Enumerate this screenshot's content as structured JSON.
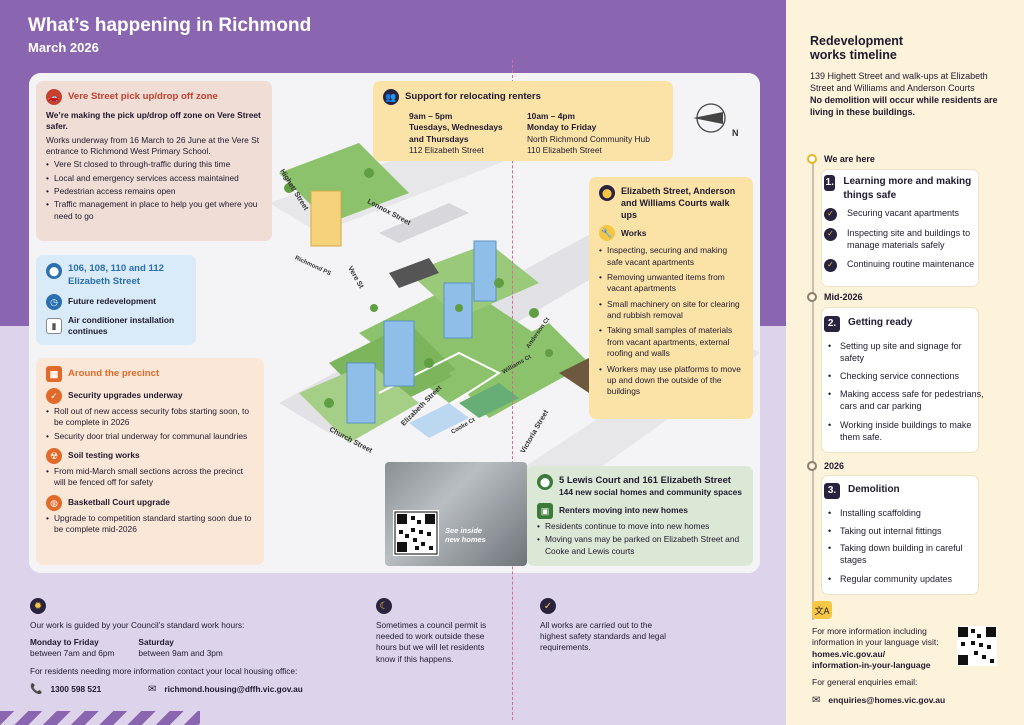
{
  "header": {
    "title": "What’s happening in Richmond",
    "subtitle": "March 2026"
  },
  "vere": {
    "title": "Vere Street pick up/drop off zone",
    "lead": "We’re making the pick up/drop off zone on Vere Street safer.",
    "body": "Works underway from 16 March to 26 June at the Vere St entrance to Richmond West Primary School.",
    "items": [
      "Vere St closed to through-traffic during this time",
      "Local and emergency services access maintained",
      "Pedestrian access remains open",
      "Traffic management in place to help you get where you need to go"
    ]
  },
  "support": {
    "title": "Support for relocating renters",
    "col1": {
      "time": "9am – 5pm",
      "days": "Tuesdays, Wednesdays and Thursdays",
      "place": "112 Elizabeth Street"
    },
    "col2": {
      "time": "10am – 4pm",
      "days": "Monday to Friday",
      "place": "North Richmond Community Hub",
      "address": "110 Elizabeth Street"
    }
  },
  "elizabeth": {
    "title": "Elizabeth Street, Anderson and Williams Courts walk ups",
    "works_label": "Works",
    "items": [
      "Inspecting, securing and making safe vacant apartments",
      "Removing unwanted items from vacant apartments",
      "Small machinery on site for clearing and rubbish removal",
      "Taking small samples of materials from vacant apartments, external roofing and walls",
      "Workers may use platforms to move up and down the outside of the buildings"
    ]
  },
  "e106": {
    "title": "106, 108, 110 and 112 Elizabeth Street",
    "line1": "Future redevelopment",
    "line2": "Air conditioner installation continues"
  },
  "precinct": {
    "title": "Around the precinct",
    "s1_title": "Security upgrades underway",
    "s1_items": [
      "Roll out of new access security fobs starting soon, to be complete in 2026",
      "Security door trial underway for communal laundries"
    ],
    "s2_title": "Soil testing works",
    "s2_items": [
      "From mid-March small sections across the precinct will be fenced off for safety"
    ],
    "s3_title": "Basketball Court upgrade",
    "s3_items": [
      "Upgrade to competition standard starting soon due to be complete mid-2026"
    ]
  },
  "lewis": {
    "title": "5 Lewis Court and 161 Elizabeth Street",
    "sub": "144 new social homes and community spaces",
    "label": "Renters moving into new homes",
    "items": [
      "Residents continue to move into new homes",
      "Moving vans may be parked on Elizabeth Street and Cooke and Lewis courts"
    ]
  },
  "photo": {
    "caption": "See inside new homes"
  },
  "streets": {
    "highett": "Highett Street",
    "lennox": "Lennox Street",
    "vere": "Vere St",
    "richmond": "Richmond PS",
    "church": "Church Street",
    "elizabeth": "Elizabeth Street",
    "cooke": "Cooke Ct",
    "victoria": "Victoria Street",
    "anderson": "Anderson Ct",
    "williams": "Williams Ct",
    "compass": "N"
  },
  "footer": {
    "guide": "Our work is guided by your Council’s standard work hours:",
    "weekday_label": "Monday to Friday",
    "weekday_hours": "between 7am and 6pm",
    "sat_label": "Saturday",
    "sat_hours": "between 9am and 3pm",
    "contact": "For residents needing more information contact your local housing office:",
    "phone": "1300 598 521",
    "email": "richmond.housing@dffh.vic.gov.au",
    "permit": "Sometimes a council permit is needed to work outside these hours but we will let residents know if this happens.",
    "safety": "All works are carried out to the highest safety standards and legal requirements."
  },
  "sidebar": {
    "title_l1": "Redevelopment",
    "title_l2": "works timeline",
    "intro": "139 Highett Street and walk-ups at Elizabeth Street and Williams and Anderson Courts",
    "intro_bold": "No demolition will occur while residents are living in these buildings.",
    "we_are_here": "We are here",
    "phase1": {
      "num": "1.",
      "title": "Learning more and making things safe",
      "items": [
        "Securing vacant apartments",
        "Inspecting site and buildings to manage materials safely",
        "Continuing routine maintenance"
      ]
    },
    "mid": "Mid-2026",
    "phase2": {
      "num": "2.",
      "title": "Getting ready",
      "items": [
        "Setting up site and signage for safety",
        "Checking service connections",
        "Making access safe for pedestrians, cars and car parking",
        "Working inside buildings to make them safe."
      ]
    },
    "y2026": "2026",
    "phase3": {
      "num": "3.",
      "title": "Demolition",
      "items": [
        "Installing scaffolding",
        "Taking out internal fittings",
        "Taking down building in careful stages",
        "Regular community updates"
      ]
    },
    "info": "For more information including information in your language visit:",
    "url_l1": "homes.vic.gov.au/",
    "url_l2": "information-in-your-language",
    "general": "For general enquiries email:",
    "email": "enquiries@homes.vic.gov.au"
  }
}
